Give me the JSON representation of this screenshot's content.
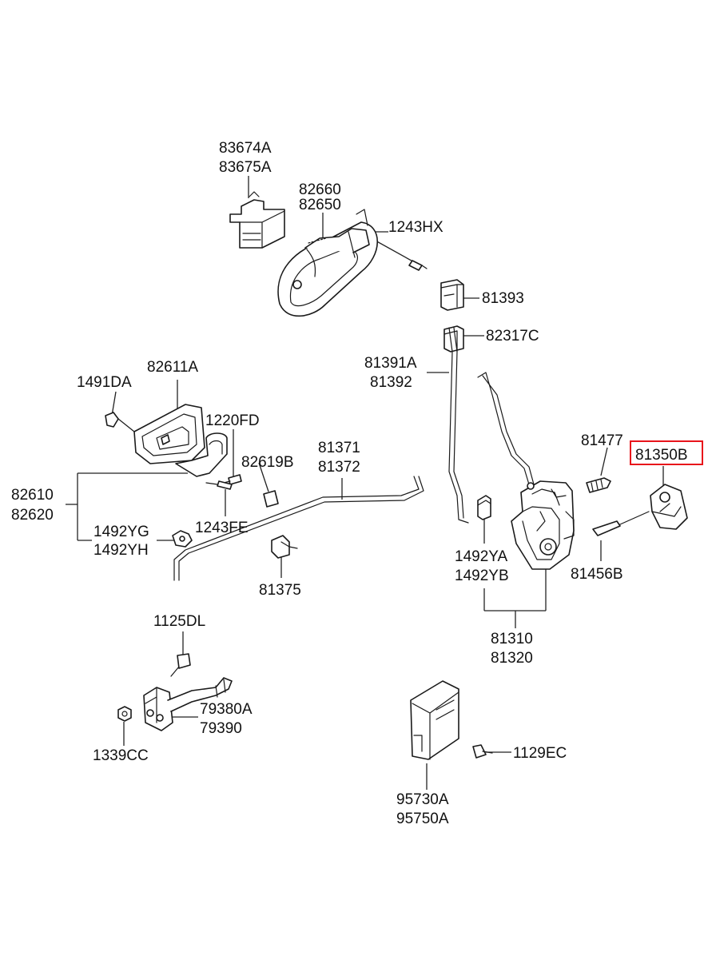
{
  "diagram": {
    "highlight_color": "#e8141b",
    "labels": {
      "l83674A": "83674A",
      "l83675A": "83675A",
      "l82660": "82660",
      "l82650": "82650",
      "l1243HX": "1243HX",
      "l81393": "81393",
      "l82317C": "82317C",
      "l81391A": "81391A",
      "l81392": "81392",
      "l82611A": "82611A",
      "l1491DA": "1491DA",
      "l1220FD": "1220FD",
      "l82619B": "82619B",
      "l81371": "81371",
      "l81372": "81372",
      "l81477": "81477",
      "l81350B": "81350B",
      "l82610": "82610",
      "l82620": "82620",
      "l1243FE": "1243FE",
      "l1492YG": "1492YG",
      "l1492YH": "1492YH",
      "l1492YA": "1492YA",
      "l1492YB": "1492YB",
      "l81456B": "81456B",
      "l81375": "81375",
      "l1125DL": "1125DL",
      "l81310": "81310",
      "l81320": "81320",
      "l79380A": "79380A",
      "l79390": "79390",
      "l1339CC": "1339CC",
      "l1129EC": "1129EC",
      "l95730A": "95730A",
      "l95750A": "95750A"
    }
  }
}
